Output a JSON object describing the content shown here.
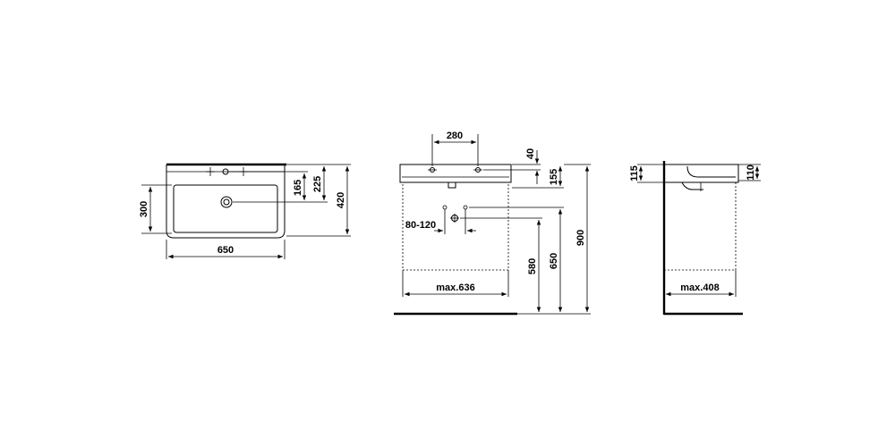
{
  "top_view": {
    "width_label": "650",
    "depth_label": "300",
    "tap_offset_label": "165",
    "drain_offset_label": "225",
    "total_depth_label": "420"
  },
  "front_view": {
    "tap_spacing_label": "280",
    "rim_label": "40",
    "basin_height_label": "155",
    "drain_range_label": "80-120",
    "cabinet_width_label": "max.636",
    "drain_height_label": "580",
    "tap_height_label": "650",
    "total_height_label": "900"
  },
  "side_view": {
    "rear_height_label": "115",
    "front_height_label": "110",
    "cabinet_depth_label": "max.408"
  }
}
